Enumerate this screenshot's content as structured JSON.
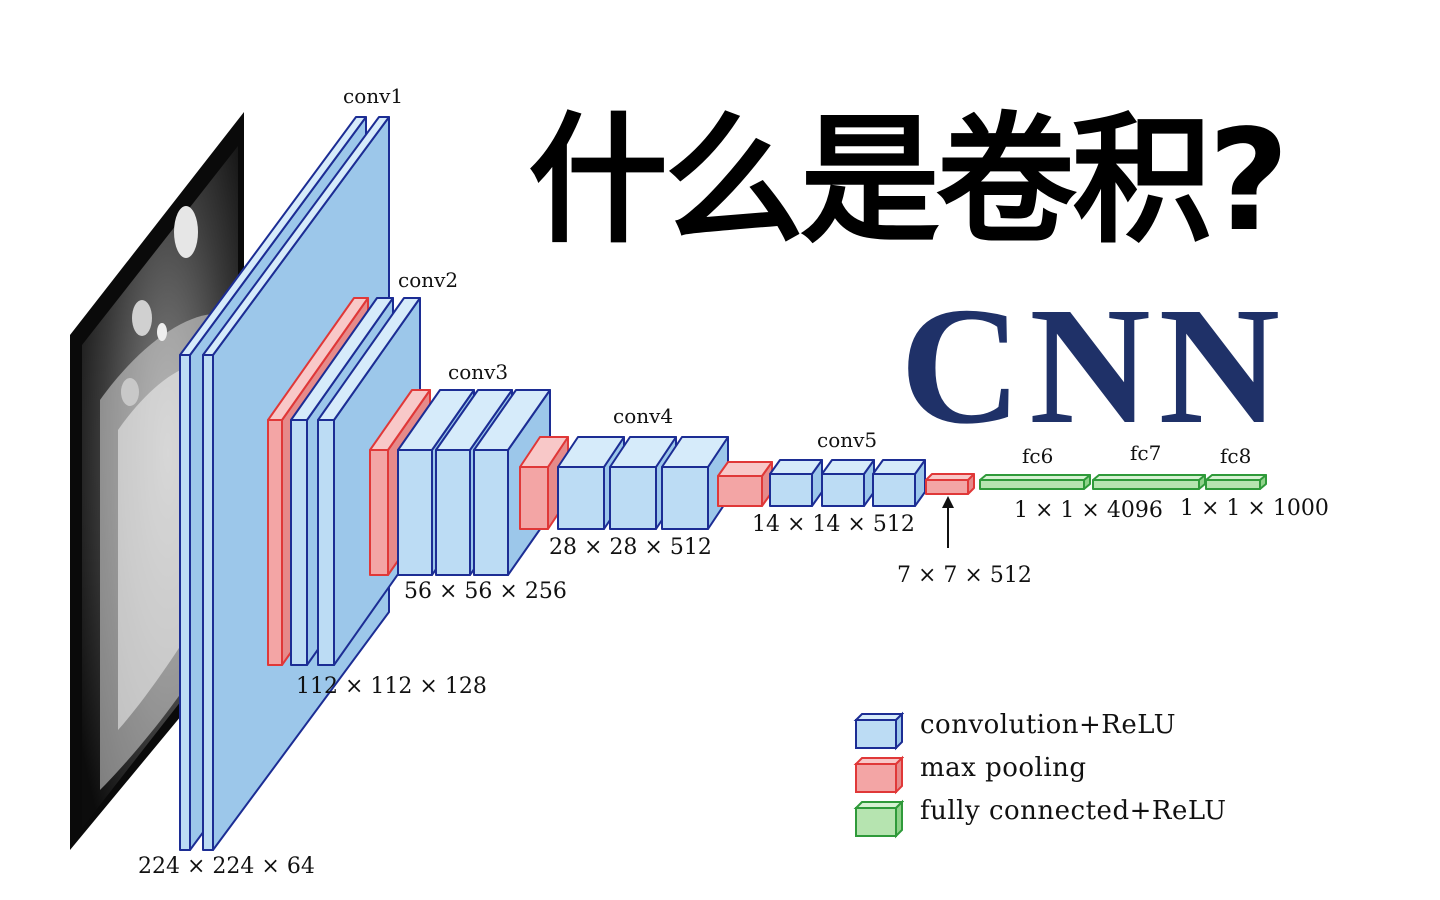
{
  "title": {
    "question": "什么是卷积?",
    "acronym": "CNN"
  },
  "layers": {
    "conv1": "conv1",
    "conv2": "conv2",
    "conv3": "conv3",
    "conv4": "conv4",
    "conv5": "conv5",
    "fc6": "fc6",
    "fc7": "fc7",
    "fc8": "fc8"
  },
  "dims": {
    "d224": "224 × 224 × 64",
    "d112": "112 × 112 × 128",
    "d56": "56 × 56 × 256",
    "d28": "28 × 28 × 512",
    "d14": "14 × 14 × 512",
    "d7": "7 × 7 × 512",
    "d4096": "1 × 1 × 4096",
    "d1000": "1 × 1 × 1000"
  },
  "legend": {
    "conv": "convolution+ReLU",
    "pool": "max pooling",
    "fc": "fully connected+ReLU"
  },
  "colors": {
    "conv_fill": "#bcdcf4",
    "conv_stroke": "#1c2d94",
    "pool_fill": "#f3a5a5",
    "pool_stroke": "#e03838",
    "fc_fill": "#b6e4b0",
    "fc_stroke": "#2f9a3a",
    "title_blue": "#1f3168"
  }
}
